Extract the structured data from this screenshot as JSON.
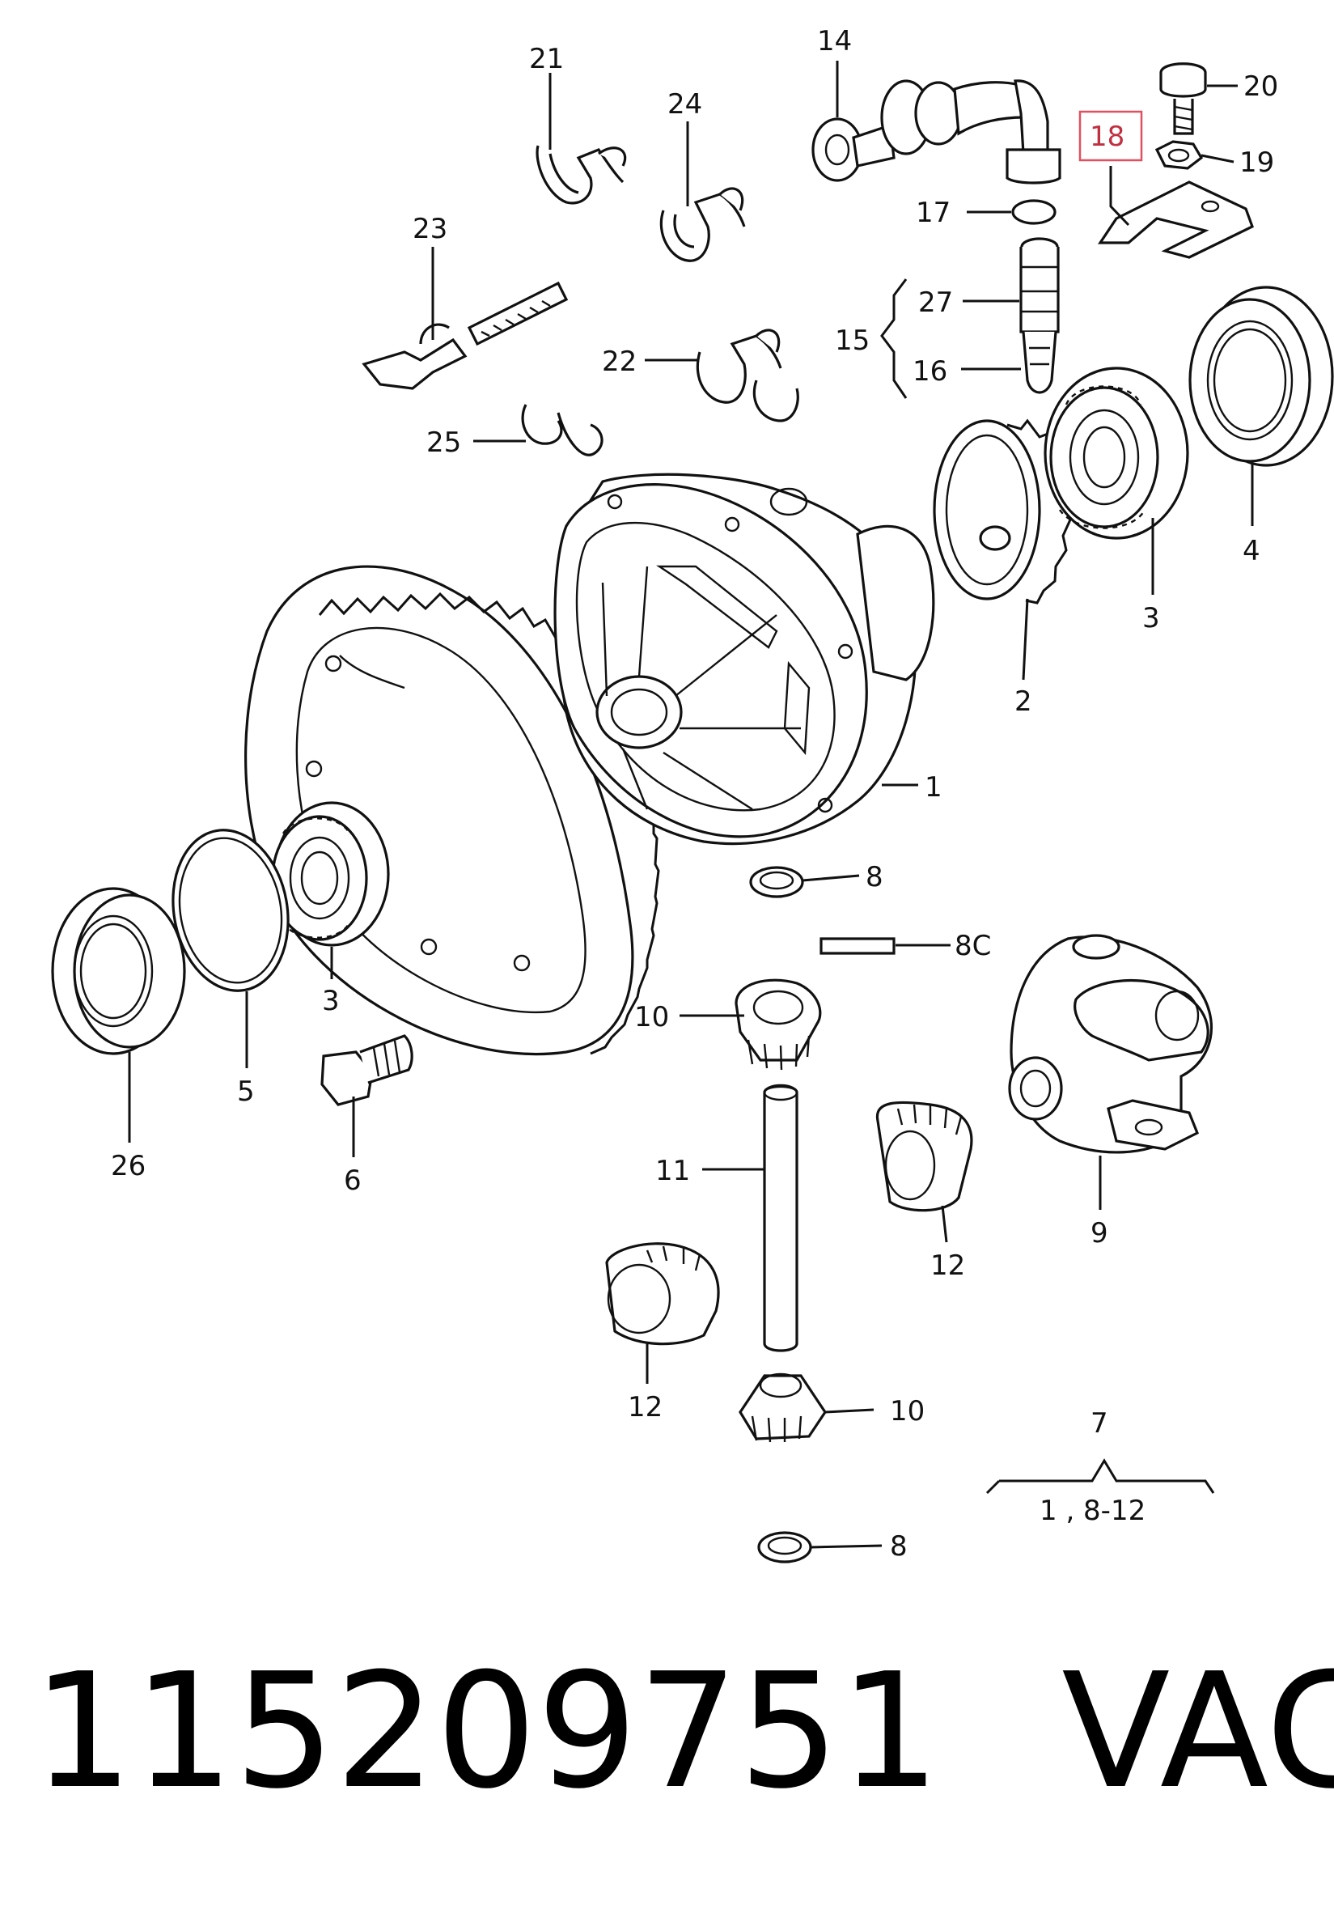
{
  "diagram": {
    "highlight_color": "#e05060",
    "callouts": [
      {
        "id": "c14",
        "text": "14"
      },
      {
        "id": "c20",
        "text": "20"
      },
      {
        "id": "c21",
        "text": "21"
      },
      {
        "id": "c24",
        "text": "24"
      },
      {
        "id": "c18",
        "text": "18",
        "highlighted": true
      },
      {
        "id": "c19",
        "text": "19"
      },
      {
        "id": "c17",
        "text": "17"
      },
      {
        "id": "c23",
        "text": "23"
      },
      {
        "id": "c27",
        "text": "27"
      },
      {
        "id": "c15",
        "text": "15"
      },
      {
        "id": "c22",
        "text": "22"
      },
      {
        "id": "c16",
        "text": "16"
      },
      {
        "id": "c25",
        "text": "25"
      },
      {
        "id": "c4",
        "text": "4"
      },
      {
        "id": "c3a",
        "text": "3"
      },
      {
        "id": "c2",
        "text": "2"
      },
      {
        "id": "c1",
        "text": "1"
      },
      {
        "id": "c8a",
        "text": "8"
      },
      {
        "id": "c8c",
        "text": "8C"
      },
      {
        "id": "c3b",
        "text": "3"
      },
      {
        "id": "c10a",
        "text": "10"
      },
      {
        "id": "c5",
        "text": "5"
      },
      {
        "id": "c26",
        "text": "26"
      },
      {
        "id": "c6",
        "text": "6"
      },
      {
        "id": "c11",
        "text": "11"
      },
      {
        "id": "c12a",
        "text": "12"
      },
      {
        "id": "c9",
        "text": "9"
      },
      {
        "id": "c12b",
        "text": "12"
      },
      {
        "id": "c10b",
        "text": "10"
      },
      {
        "id": "c7",
        "text": "7"
      },
      {
        "id": "c7range",
        "text": "1 , 8-12"
      },
      {
        "id": "c8b",
        "text": "8"
      }
    ]
  },
  "caption": {
    "part_number": "115209751",
    "brand": "VAG"
  }
}
